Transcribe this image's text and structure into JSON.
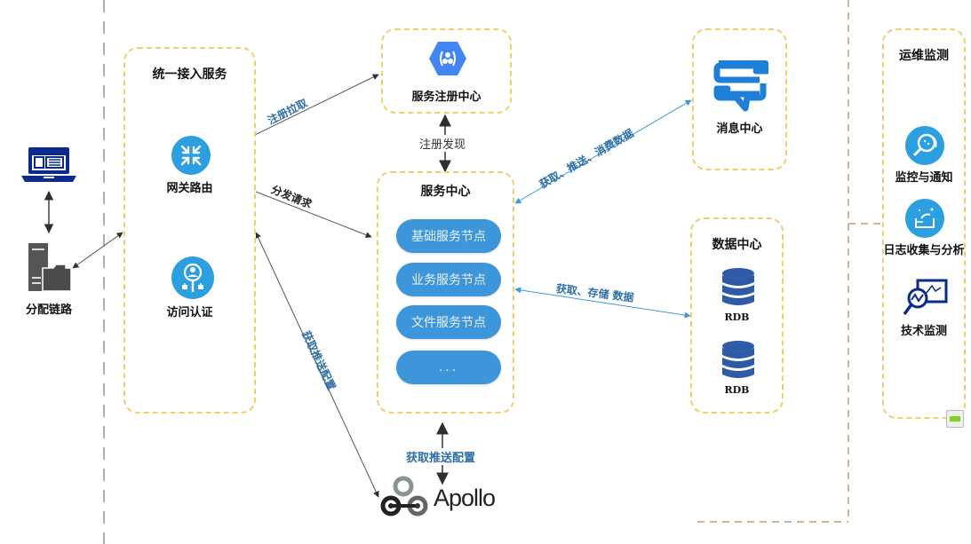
{
  "client": {
    "device_icon": "laptop-icon",
    "server_icon": "server-folder-icon",
    "label": "分配链路"
  },
  "access": {
    "title": "统一接入服务",
    "gateway": {
      "icon": "arrows-collapse-icon",
      "label": "网关路由"
    },
    "auth": {
      "icon": "user-search-icon",
      "label": "访问认证"
    }
  },
  "registry": {
    "icon": "hexagon-cluster-icon",
    "label": "服务注册中心"
  },
  "service_center": {
    "title": "服务中心",
    "nodes": [
      "基础服务节点",
      "业务服务节点",
      "文件服务节点",
      "..."
    ]
  },
  "message_center": {
    "icon": "chat-sync-icon",
    "label": "消息中心"
  },
  "data_center": {
    "title": "数据中心",
    "dbs": [
      {
        "icon": "database-icon",
        "label": "RDB"
      },
      {
        "icon": "database-icon",
        "label": "RDB"
      }
    ]
  },
  "ops": {
    "title": "运维监测",
    "items": [
      {
        "icon": "magnifier-icon",
        "label": "监控与通知"
      },
      {
        "icon": "log-box-icon",
        "label": "日志收集与分析"
      },
      {
        "icon": "chart-magnifier-icon",
        "label": "技术监测"
      }
    ]
  },
  "apollo": {
    "icon": "apollo-logo-icon",
    "label": "Apollo"
  },
  "edges": {
    "register_pull": "注册拉取",
    "register_discover": "注册发现",
    "dispatch_request": "分发请求",
    "msg_data": "获取、推送、消费数据",
    "store_data": "获取、存储 数据",
    "config_left": "获取推送配置",
    "config_bottom": "获取推送配置"
  },
  "colors": {
    "box_border": "#f3cf6a",
    "accent_blue": "#3d96d9",
    "icon_blue": "#2b9fe0",
    "dark_navy": "#0a2a8c",
    "edge_label_blue": "#2c6fa8"
  }
}
